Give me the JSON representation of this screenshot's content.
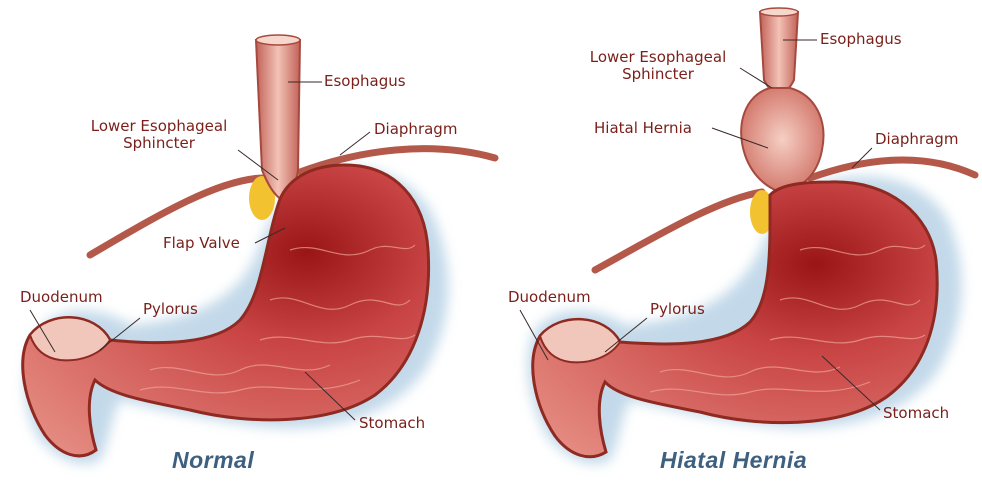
{
  "panels": {
    "normal": {
      "caption": "Normal",
      "labels": {
        "esophagus": "Esophagus",
        "lower_esophageal_sphincter": "Lower Esophageal\nSphincter",
        "diaphragm": "Diaphragm",
        "flap_valve": "Flap Valve",
        "duodenum": "Duodenum",
        "pylorus": "Pylorus",
        "stomach": "Stomach"
      }
    },
    "hernia": {
      "caption": "Hiatal Hernia",
      "labels": {
        "esophagus": "Esophagus",
        "lower_esophageal_sphincter": "Lower Esophageal\nSphincter",
        "hiatal_hernia": "Hiatal Hernia",
        "diaphragm": "Diaphragm",
        "duodenum": "Duodenum",
        "pylorus": "Pylorus",
        "stomach": "Stomach"
      }
    }
  },
  "colors": {
    "label_text": "#7a1f1a",
    "caption_text": "#3e6080",
    "stomach_fill": "#d96a62",
    "stomach_dark": "#8e1414",
    "diaphragm": "#b4584a",
    "fat": "#f2c230",
    "shadow": "#b9d3e6"
  }
}
